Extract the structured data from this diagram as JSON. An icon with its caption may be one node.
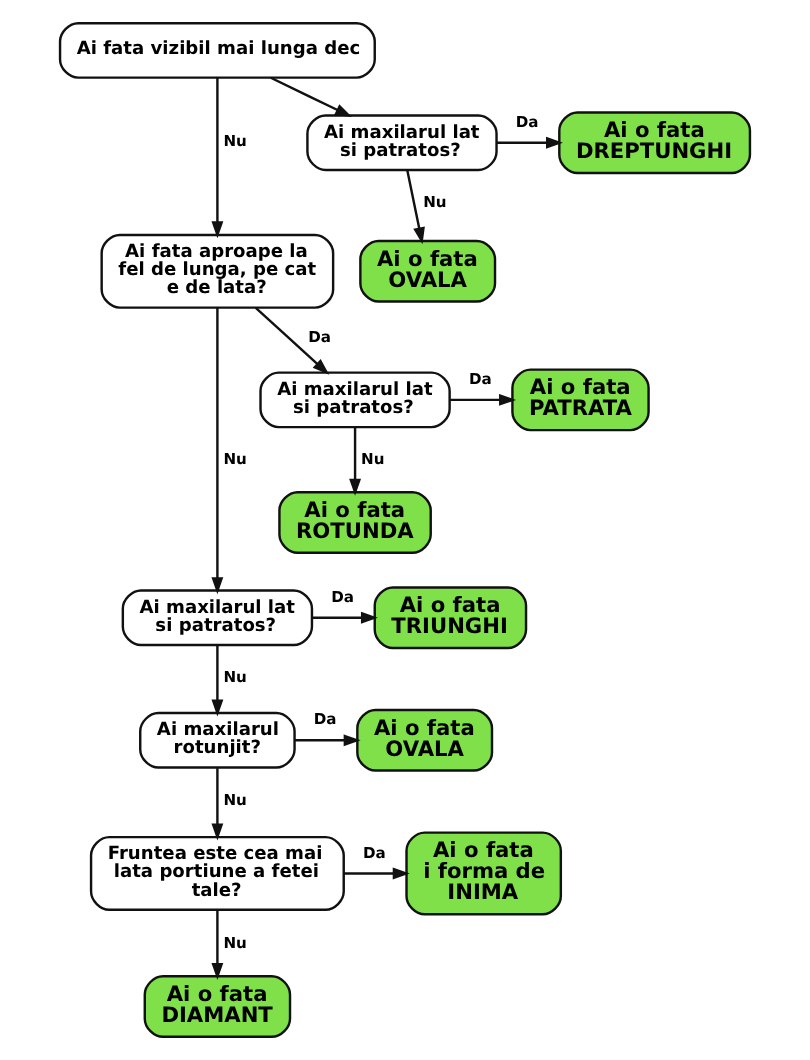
{
  "diagram": {
    "nodes": [
      {
        "text": [
          "Ai fata vizibil mai lunga dec"
        ]
      },
      {
        "text": [
          "Ai maxilarul lat si patratos?"
        ]
      },
      {
        "text": [
          "Ai o fata DREPTUNGHI"
        ]
      },
      {
        "text": [
          "Ai o fata OVALA"
        ]
      },
      {
        "text": [
          "Ai fata aproape la fel de lunga, pe cat e de lata?"
        ]
      },
      {
        "text": [
          "Ai maxilarul lat si patratos?"
        ]
      },
      {
        "text": [
          "Ai o fata PATRATA"
        ]
      },
      {
        "text": [
          "Ai o fata ROTUNDA"
        ]
      },
      {
        "text": [
          "Ai maxilarul lat si patratos?"
        ]
      },
      {
        "text": [
          "Ai o fata TRIUNGHI"
        ]
      },
      {
        "text": [
          "Ai maxilarul rotunjit?"
        ]
      },
      {
        "text": [
          "Ai o fata OVALA"
        ]
      },
      {
        "text": [
          "Fruntea este cea mai lata portiune a fetei tale?"
        ]
      },
      {
        "text": [
          "Ai o fata i forma de INIMA"
        ]
      },
      {
        "text": [
          "Ai o fata DIAMANT"
        ]
      }
    ],
    "edges": [
      {
        "from": 0,
        "to": 4,
        "label": "Nu",
        "arrow": "to"
      },
      {
        "from": 0,
        "to": 1,
        "arrow": "to"
      },
      {
        "from": 1,
        "to": 2,
        "label": "Da",
        "arrow": "to"
      },
      {
        "from": 1,
        "to": 3,
        "label": "Nu",
        "arrow": "to"
      },
      {
        "from": 4,
        "to": 8,
        "label": "Nu",
        "arrow": "to"
      },
      {
        "from": 4,
        "to": 5,
        "label": "Da",
        "arrow": "to"
      },
      {
        "from": 5,
        "to": 6,
        "label": "Da",
        "arrow": "to"
      },
      {
        "from": 5,
        "to": 7,
        "label": "Nu",
        "arrow": "to"
      },
      {
        "from": 8,
        "to": 10,
        "label": "Nu",
        "arrow": "to"
      },
      {
        "from": 8,
        "to": 9,
        "label": "Da",
        "arrow": "to"
      },
      {
        "from": 10,
        "to": 12,
        "label": "Nu",
        "arrow": "to"
      },
      {
        "from": 10,
        "to": 11,
        "label": "Da",
        "arrow": "to"
      },
      {
        "from": 12,
        "to": 14,
        "label": "Nu",
        "arrow": "to"
      },
      {
        "from": 12,
        "to": 13,
        "label": "Da",
        "arrow": "to"
      }
    ]
  }
}
